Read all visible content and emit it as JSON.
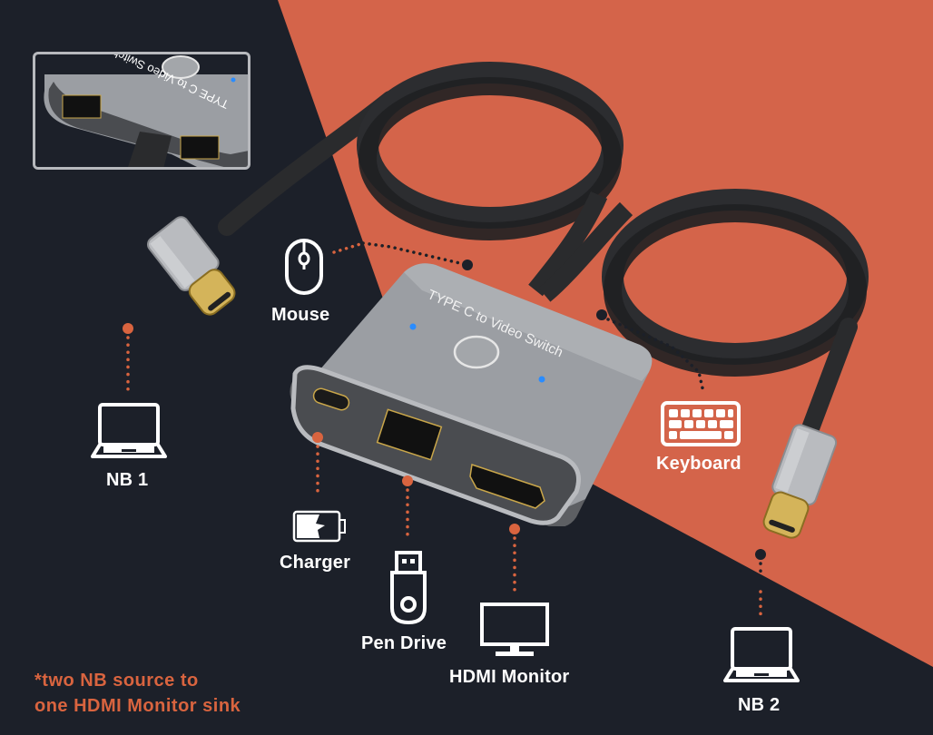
{
  "colors": {
    "background_dark": "#1c2029",
    "background_orange": "#d4644a",
    "accent_orange": "#d9643f",
    "label_white": "#ffffff",
    "device_silver": "#9b9ea3",
    "led_blue": "#2a8cff",
    "cable_black": "#2a2b2d"
  },
  "inset": {
    "device_text": "TYPE C to Video Switch"
  },
  "device": {
    "title": "TYPE C to Video Switch",
    "ports": [
      "usb-c-charging-port",
      "usb-a-port",
      "hdmi-port"
    ],
    "button": "switch-button",
    "leds": 2
  },
  "callouts": {
    "mouse": {
      "label": "Mouse",
      "icon": "mouse-icon"
    },
    "keyboard": {
      "label": "Keyboard",
      "icon": "keyboard-icon"
    },
    "nb1": {
      "label": "NB 1",
      "icon": "laptop-icon"
    },
    "nb2": {
      "label": "NB 2",
      "icon": "laptop-icon"
    },
    "charger": {
      "label": "Charger",
      "icon": "battery-charging-icon"
    },
    "pen_drive": {
      "label": "Pen Drive",
      "icon": "usb-drive-icon"
    },
    "hdmi_monitor": {
      "label": "HDMI Monitor",
      "icon": "monitor-icon"
    }
  },
  "note": {
    "line1": "*two NB source to",
    "line2": "one HDMI Monitor sink"
  }
}
